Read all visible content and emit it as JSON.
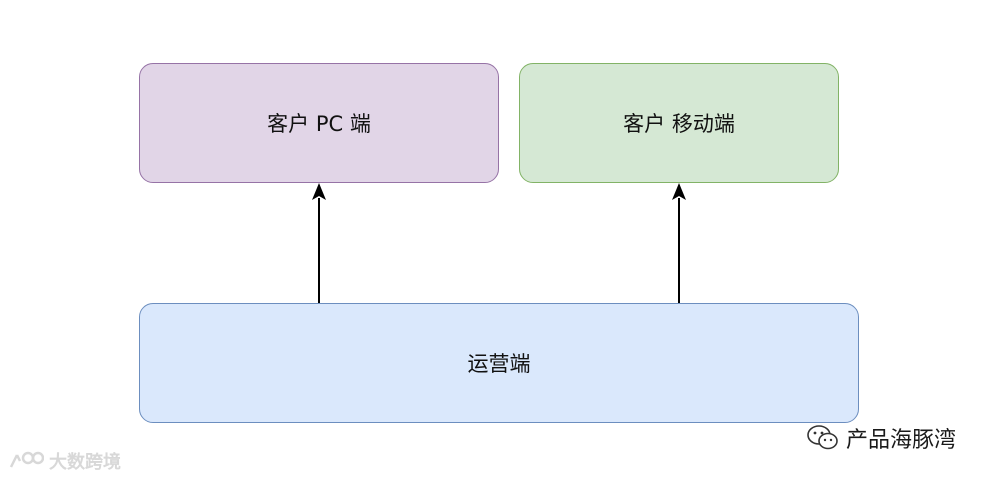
{
  "diagram": {
    "nodes": [
      {
        "id": "pc",
        "label": "客户 PC 端",
        "fill": "#e1d5e7",
        "stroke": "#9673a6"
      },
      {
        "id": "mobile",
        "label": "客户 移动端",
        "fill": "#d5e8d4",
        "stroke": "#82b366"
      },
      {
        "id": "ops",
        "label": "运营端",
        "fill": "#dae8fc",
        "stroke": "#6c8ebf"
      }
    ],
    "edges": [
      {
        "from": "ops",
        "to": "pc"
      },
      {
        "from": "ops",
        "to": "mobile"
      }
    ]
  },
  "watermarks": {
    "right": "产品海豚湾",
    "left": "大数跨境"
  }
}
